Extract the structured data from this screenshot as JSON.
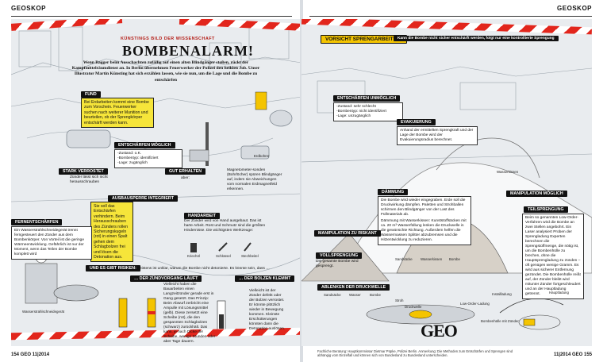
{
  "header": {
    "left_section": "GEOSKOP",
    "right_section": "GEOSKOP"
  },
  "footer": {
    "left": "154 GEO 11|2014",
    "right": "11|2014 GEO 155",
    "credits": "Fachliche Beratung: Hauptkommissar Dietmar Püpke, Polizei Berlin. Anmerkung: Die Methoden zum Entschärfen und Sprengen sind abhängig vom Einzelfall und können sich von Bundesland zu Bundesland unterscheiden."
  },
  "title": {
    "kicker": "KÜNSTINGS BILD DER WISSENSCHAFT",
    "main": "BOMBENALARM!",
    "intro": "Wenn Bagger beim Ausschachten zufällig auf einen alten Blindgänger stoßen, rückt der Kampfmittelräumdienst an. In Berlin übernehmen Feuerwerker der Polizei den heiklen Job. Unser Illustrator Martin Künsting hat sich erzählen lassen, wie sie nun, um die Lage und die Bombe zu entschärfen"
  },
  "left": {
    "fund": {
      "label": "FUND",
      "text": "Bei Erdarbeiten kommt eine Bombe zum Vorschein. Feuerwerker suchen nach weiterer Munition und beurteilen, ob der Sprengkörper entschärft werden kann."
    },
    "entschaerfen": {
      "label": "ENTSCHÄRFEN MÖGLICH",
      "lines": [
        "-Zustand: o.K.",
        "-Bombentyp: identifiziert",
        "-Lage: zugänglich"
      ]
    },
    "erdbohrer": "Erdbohrer",
    "stark_verrostet": {
      "label": "STARK VERROSTET",
      "text": "Zünder lässt sich nicht herausschrauben"
    },
    "gut_erhalten": {
      "label": "GUT ERHALTEN",
      "text": "aber:"
    },
    "magnetometer": "Magnetometer-sonden (Bohrlöcher) spüren Blindgänger auf, indem sie Abweichungen vom normalen Erdmagnetfeld erkennen.",
    "ausbausperre": {
      "label": "AUSBAUSPERRE INTEGRIERT",
      "text": "Sie soll das Entschärfen verhindern. Beim Herausschrauben des Zünders rollen Sicherungskugeln (rot) in einen Spalt gehen dem Schlagbolzen frei und lösen die Detonation aus."
    },
    "fernentschaerfen": {
      "label": "FERNENTSCHÄRFEN",
      "text": "Ein Wasserstrahlschneidegerät trennt ferngesteuert den Zünder aus dem Bombenkörper. Von Vorteil ist die geringe Wärmeentwicklung. Gefährlich ist nur der Moment, wenn das Teilen der Bombe komplett wird"
    },
    "wasserstrahl": "Wasserstrahlschneidegerät",
    "handarbeit": {
      "label": "HANDARBEIT",
      "text": "Der Zünder wird von Hand ausgebaut. Das ist harte Arbeit. Rost und Schmutz sind die größten Hindernisse. Die wichtigsten Werkzeuge:",
      "tools": [
        "Kriechöl",
        "Schlüssel",
        "Stechbeitel"
      ]
    },
    "risiken": {
      "label": "UND ES GIBT RISIKEN:",
      "text": "Meistens ist unklar, warum die Bombe nicht detonierte. Es könnte sein, dass …"
    },
    "zuendvorgang": {
      "label": "… DER ZÜNDVORGANG LÄUFT",
      "text": "Vielleicht haben die Bauarbeiten einen Langzeitzünder gerade erst in Gang gesetzt. Das Prinzip: Beim Abwurf zerbricht eine Ampulle mit Lösungsmittel (gelb). Diese zersetzt eine Scheibe (rot), die den gespannten Schlagbolzen (schwarz) zurückhält. Das kann, je nach Dicke der Scheibe, wenige Stunden oder aber Tage dauern."
    },
    "bolzen": {
      "label": "… DER BOLZEN KLEMMT",
      "text": "Vielleicht ist der Zünder defekt oder der Bolzen verrostet. Er könnte plötzlich wieder in Bewegung kommen. Kleinste Erschütterungen könnten dann die Detonation auslösen."
    }
  },
  "right": {
    "vorsicht": {
      "label": "VORSICHT SPRENGARBEITEN!",
      "text": "Kann die Bombe nicht sicher entschärft werden, folgt nur eine kontrollierte Sprengung"
    },
    "unmoeglich": {
      "label": "ENTSCHÄRFEN UNMÖGLICH",
      "lines": [
        "-Zustand: sehr schlecht",
        "-Bombentyp: nicht identifiziert",
        "-Lage: unzugänglich"
      ]
    },
    "evakuierung": {
      "label": "EVAKUIERUNG",
      "text": "Anhand der ermittelten Sprengkraft und der Lage der Bombe wird der Evakuierungsradius berechnet."
    },
    "wasserkissen": "Wasserkissen",
    "daemmung": {
      "label": "DÄMMUNG",
      "text": "Die Bombe wird wieder eingegraben. Erde soll die Druckwirkung dämpfen. Paletten und Strohballen schirmen den Blindgänger von der Last des Füllmaterials ab.",
      "text2": "Dämmung mit Wasserkissen: Kunststoffsäcken mit ca. 20 m³ Wasserfüllung lenken die Druckwelle in die gewünschte Richtung. Außerdem helfen die Wassermassen Splitter abzubremsen und die Hitzentwicklung zu reduzieren."
    },
    "schutt": [
      "Sandsäcke",
      "Wasserkissen",
      "Bombe"
    ],
    "manipulation_riskant": {
      "label": "MANIPULATION ZU RISKANT"
    },
    "vollsprengung": {
      "label": "VOLLSPRENGUNG",
      "text": "Die gesamte Bombe wird gesprengt."
    },
    "ablenken": {
      "label": "ABLENKEN DER DRUCKWELLE",
      "parts": [
        "Sandsäcke",
        "Wasser",
        "Bombe",
        "Stroh",
        "Druckwelle"
      ]
    },
    "low_order": "Low-Order-Ladung",
    "manipulation_moeglich": {
      "label": "MANIPULATION MÖGLICH"
    },
    "teilsprengung": {
      "label": "TEILSPRENGUNG",
      "text": "Beim so genannten Low-Order-Verfahren wird die Bombe an zwei Stellen angebohrt. Ein Laser analysiert Proben der Sprengladung Experten berechnen die Sprengstoffmenge, die nötig ist, um die Bombenhülle zu brechen, ohne die Hauptsprengladung zu zünden – oft genügen wenige Gramm. Es wird aus sicherer Entfernung gezündet. Die Bombenhülle reißt auf, der Zünder bleibt wird mitunter Zünder fortgeschleudert und an der Hauptladung getrennt."
    },
    "installation": "Installladung",
    "hauptladung": "Hauptladung",
    "bombenhuelle": "Bombenhülle mit Zünder",
    "logo": "GEO"
  }
}
